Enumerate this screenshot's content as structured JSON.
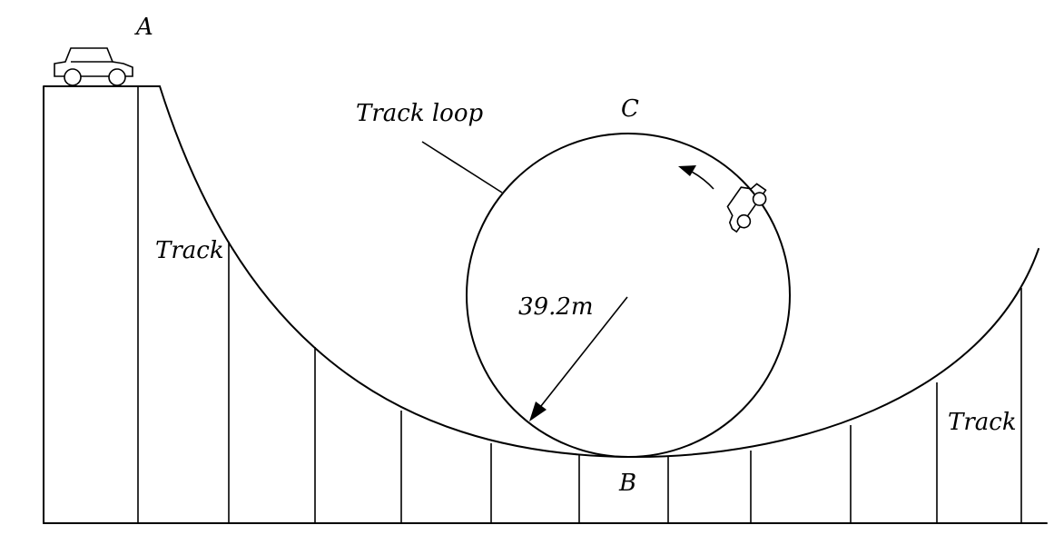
{
  "labels": {
    "point_a": "A",
    "point_b": "B",
    "point_c": "C",
    "track_loop": "Track loop",
    "track_left": "Track",
    "track_right": "Track",
    "radius": "39.2m"
  },
  "icons": {
    "car_top": "car-icon",
    "car_loop": "car-icon",
    "direction_arrow": "curved-arrow-icon"
  }
}
